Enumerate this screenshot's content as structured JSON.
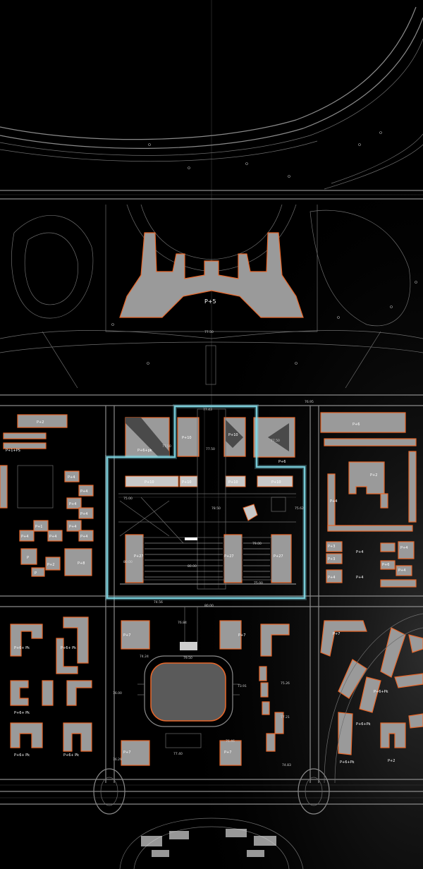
{
  "labels": {
    "p5": "P+5",
    "p2_topleft": "P+2",
    "p1ps": "P+1+PS",
    "p6_right": "P+6",
    "p6pk_c": "P+6+pk",
    "p10_a": "P+10",
    "p10_b": "P+10",
    "p10_c": "P+10",
    "p10_d": "P+10",
    "p10_e": "P+10",
    "p10_f": "P+10",
    "p6_c": "P+6",
    "p27_a": "P+27",
    "p27_b": "P+27",
    "p27_c": "P+27",
    "p2_r": "P+2",
    "p4_r1": "P+4",
    "p3_r1": "P+3",
    "p4_r2": "P+4",
    "p4_r3": "P+4",
    "p3_r2": "P+3",
    "p6_r2": "P+6",
    "p4_r4": "P+4",
    "p4_r5": "P+4",
    "p4_r6": "P+4",
    "p4_l1": "P+4",
    "p4_l2": "P+4",
    "p4_l3": "P+4",
    "p4_l4": "P+4",
    "p4_l5": "P+4",
    "p4_l6": "P+4",
    "p1_l": "P+1",
    "p4_l7": "P+4",
    "p4_l8": "P+4",
    "p_l": "P",
    "p2_l": "P+2",
    "p8_l": "P+8",
    "p_l2": "P",
    "p6pk_l1": "P+6+ Pk",
    "p6pk_l2": "P+6+ Pk",
    "p6pk_l3": "P+6+ Pk",
    "p6pk_l4": "P+6+ Pk",
    "p6pk_l5": "P+6+ Pk",
    "p7_a": "P+7",
    "p7_b": "P+7",
    "p7_c": "P+7",
    "p7_d": "P+7",
    "p7_e": "P+7",
    "p6pk_r1": "P+6+Pk",
    "p6pk_r2": "P+6+Pk",
    "p6pk_r3": "P+6+Pk",
    "p2_br": "P+2"
  },
  "elevations": {
    "e1": "77.50",
    "e2": "77.50",
    "e3": "77.50",
    "e4": "77.50",
    "e5": "76.95",
    "e6": "75.00",
    "e7": "78.50",
    "e8": "79.00",
    "e9": "75.00",
    "e10": "80.00",
    "e11": "80.00",
    "e12": "74.56",
    "e13": "80.00",
    "e14": "76.84",
    "e15": "79.50",
    "e16": "74.24",
    "e17": "73.91",
    "e18": "75.26",
    "e19": "77.21",
    "e20": "76.46",
    "e21": "77.40",
    "e22": "76.29",
    "e23": "74.83",
    "e24": "75.62",
    "e25": "76.00",
    "e26": "77.43"
  }
}
